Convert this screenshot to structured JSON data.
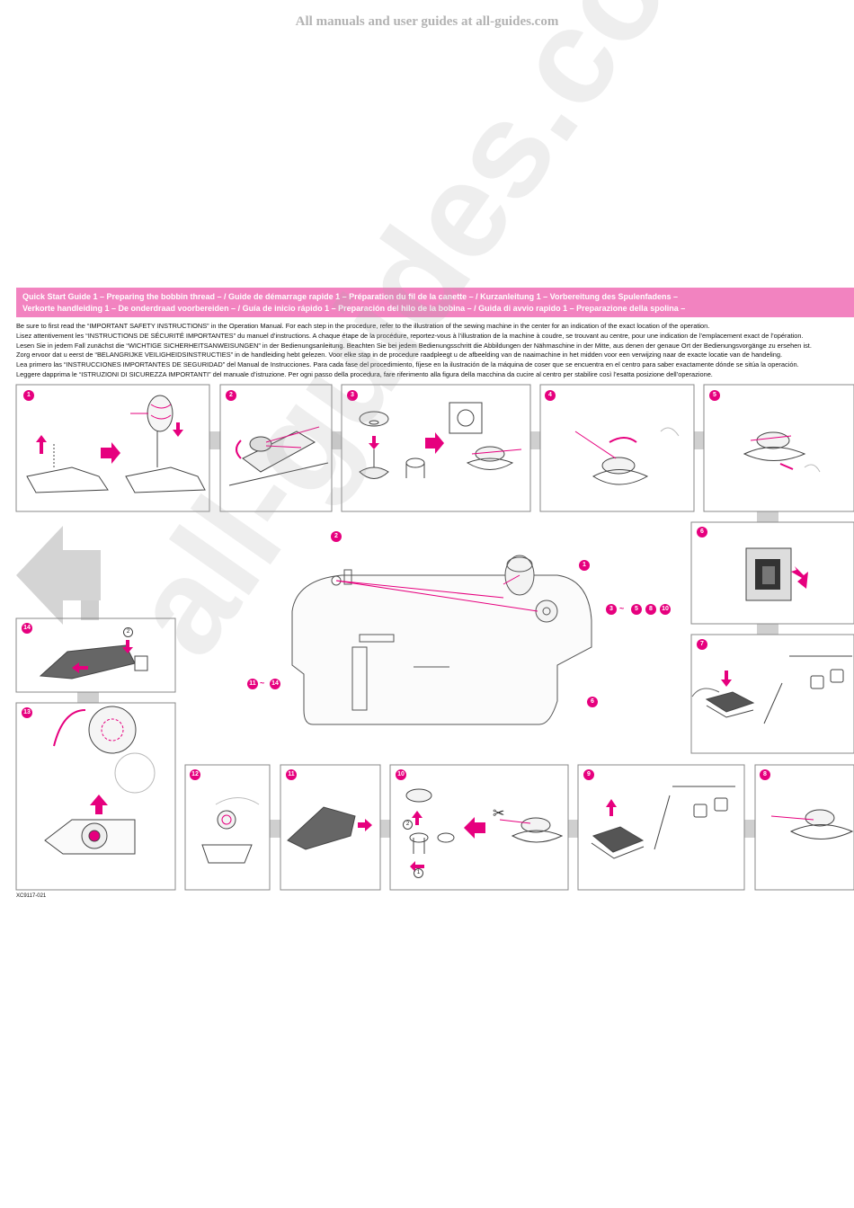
{
  "site_banner": "All manuals and user guides at all-guides.com",
  "header": {
    "line1": "Quick Start Guide 1  – Preparing the bobbin thread – / Guide de démarrage rapide 1  – Préparation du fil de la canette – / Kurzanleitung 1  – Vorbereitung des Spulenfadens –",
    "line2": "Verkorte handleiding 1  – De onderdraad voorbereiden – / Guía de inicio rápido 1  – Preparación del hilo de la bobina – / Guida di avvio rapido 1 – Preparazione della spolina –"
  },
  "intro_lines": [
    "Be sure to first read the “IMPORTANT SAFETY INSTRUCTIONS” in the Operation Manual. For each step in the procedure, refer to the illustration of the sewing machine in the center for an indication of the exact location of the operation.",
    "Lisez attentivement les “INSTRUCTIONS DE SÉCURITÉ IMPORTANTES” du manuel d’instructions. A chaque étape de la procédure, reportez-vous à l’illustration de la machine à coudre, se trouvant au centre, pour une indication de l’emplacement exact de l’opération.",
    "Lesen Sie in jedem Fall zunächst die “WICHTIGE SICHERHEITSANWEISUNGEN” in der Bedienungsanleitung. Beachten Sie bei jedem Bedienungsschritt die Abbildungen der Nähmaschine in der Mitte, aus denen der genaue Ort der Bedienungsvorgänge zu ersehen ist.",
    "Zorg ervoor dat u eerst de “BELANGRIJKE VEILIGHEIDSINSTRUCTIES” in de handleiding hebt gelezen. Voor elke stap in de procedure raadpleegt u de afbeelding van de naaimachine in het midden voor een verwijzing naar de exacte locatie van de handeling.",
    "Lea primero las “INSTRUCCIONES IMPORTANTES DE SEGURIDAD” del Manual de Instrucciones.  Para cada fase del procedimiento, fíjese en la ilustración de la máquina de coser que se encuentra en el centro para saber exactamente dónde se sitúa la operación.",
    "Leggere dapprima le “ISTRUZIONI DI SICUREZZA IMPORTANTI” del manuale d’istruzione. Per ogni passo della procedura, fare riferimento alla figura della macchina da cucire al centro per stabilire così l’esatta posizione dell’operazione."
  ],
  "steps": [
    {
      "label": "1"
    },
    {
      "label": "2"
    },
    {
      "label": "3"
    },
    {
      "label": "4"
    },
    {
      "label": "5"
    },
    {
      "label": "6"
    },
    {
      "label": "7"
    },
    {
      "label": "8"
    },
    {
      "label": "9"
    },
    {
      "label": "10"
    },
    {
      "label": "11"
    },
    {
      "label": "12"
    },
    {
      "label": "13"
    },
    {
      "label": "14"
    }
  ],
  "machine_callouts": [
    {
      "label": "2"
    },
    {
      "label": "1"
    },
    {
      "label": "3"
    },
    {
      "label": "5"
    },
    {
      "label": "8"
    },
    {
      "label": "10"
    },
    {
      "label": "6"
    },
    {
      "label": "11"
    },
    {
      "label": "14"
    }
  ],
  "tilde": "~",
  "sub_markers": {
    "one": "1",
    "two": "2"
  },
  "document_code": "XC9117-021",
  "watermark": "all-guides.com",
  "colors": {
    "accent": "#e6007e",
    "header_bar": "#f283c0",
    "gray": "#c8c8c8"
  }
}
